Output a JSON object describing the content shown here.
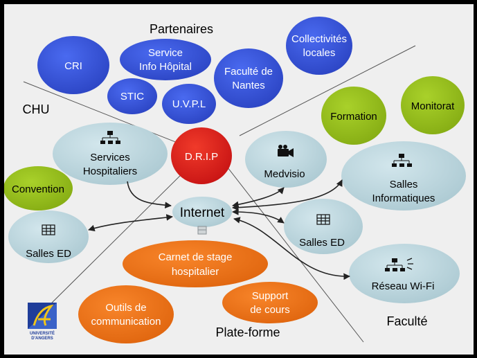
{
  "zones": {
    "partenaires": "Partenaires",
    "chu": "CHU",
    "faculte": "Faculté",
    "plateforme": "Plate-forme"
  },
  "nodes": {
    "cri": "CRI",
    "service_info_hopital": [
      "Service",
      "Info Hôpital"
    ],
    "stic": "STIC",
    "uvpl": "U.V.P.L",
    "faculte_nantes": [
      "Faculté de",
      "Nantes"
    ],
    "collectivites": [
      "Collectivités",
      "locales"
    ],
    "formation": "Formation",
    "monitorat": "Monitorat",
    "services_hospitaliers": [
      "Services",
      "Hospitaliers"
    ],
    "drip": "D.R.I.P",
    "medvisio": "Medvisio",
    "salles_informatiques": [
      "Salles",
      "Informatiques"
    ],
    "convention": "Convention",
    "internet": "Internet",
    "salles_ed_left": "Salles ED",
    "salles_ed_right": "Salles ED",
    "carnet": [
      "Carnet de stage",
      "hospitalier"
    ],
    "reseau_wifi": "Réseau Wi-Fi",
    "outils": [
      "Outils de",
      "communication"
    ],
    "support": [
      "Support",
      "de cours"
    ]
  },
  "logo": {
    "text": [
      "UNIVERSITÉ",
      "D'ANGERS"
    ]
  },
  "colors": {
    "blue": "#3654d6",
    "green": "#9ac21f",
    "red": "#e0201f",
    "orange": "#ef7416",
    "lightblue": "#bdd6dd"
  }
}
